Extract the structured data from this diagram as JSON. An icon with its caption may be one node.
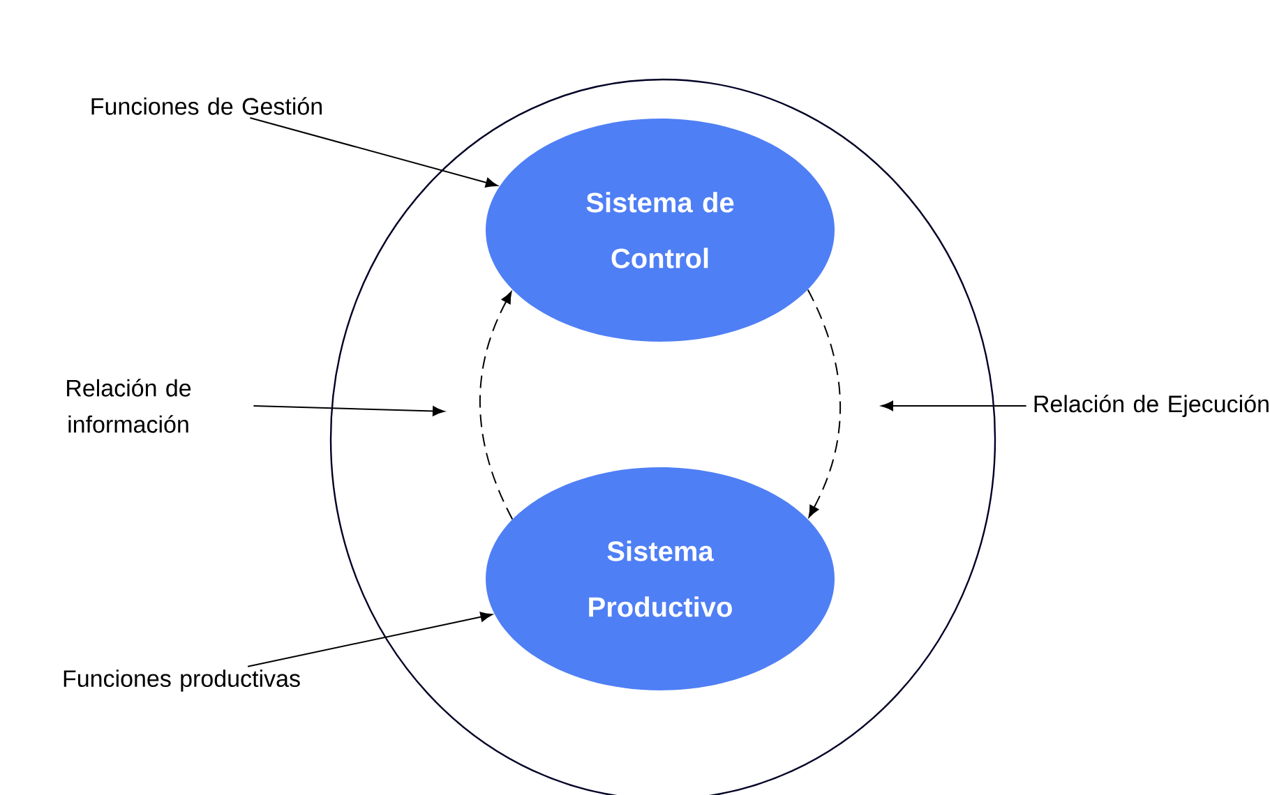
{
  "diagram": {
    "nodes": [
      {
        "text": [],
        "shape": "circle"
      },
      {
        "text": [
          "Sistema de Control"
        ],
        "in": 0
      },
      {
        "text": [
          "Sistema Productivo"
        ],
        "in": 0
      },
      {
        "text": [
          "Funciones de Gestión"
        ]
      },
      {
        "text": [
          "Relación de información"
        ]
      },
      {
        "text": [
          "Funciones productivas"
        ]
      },
      {
        "text": [
          "Relación de Ejecución"
        ]
      }
    ],
    "edges": [
      {
        "from": 3,
        "to": 1,
        "arrow": "to"
      },
      {
        "from": 2,
        "to": 1,
        "arrow": "to",
        "style": "dashed"
      },
      {
        "from": 1,
        "to": 2,
        "arrow": "to",
        "style": "dashed"
      },
      {
        "from": 4,
        "to": null,
        "arrow": "to"
      },
      {
        "from": 6,
        "to": null,
        "arrow": "to"
      },
      {
        "from": 5,
        "to": 2,
        "arrow": "to"
      }
    ]
  }
}
